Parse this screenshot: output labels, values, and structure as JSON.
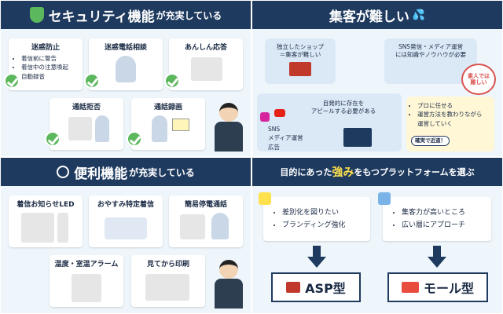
{
  "panel1": {
    "title_main": "セキュリティ機能",
    "title_sub": "が充実している",
    "cards": [
      {
        "title": "迷惑防止",
        "bullets": [
          "着信前に警告",
          "着信中の注意喚起",
          "自動録音"
        ]
      },
      {
        "title": "迷惑電話相談"
      },
      {
        "title": "あんしん応答"
      },
      {
        "title": "通話拒否"
      },
      {
        "title": "通話録画"
      }
    ]
  },
  "panel2": {
    "title": "集客が難しい",
    "bubble_left": [
      "独立したショップ",
      "＝集客が難しい"
    ],
    "bubble_right": [
      "SNS発信・メディア運営",
      "には知識やノウハウが必要"
    ],
    "bubble_center": [
      "自発的に存在を",
      "アピールする必要がある"
    ],
    "sns_list": [
      "SNS",
      "メディア運営",
      "広告"
    ],
    "circle_note": [
      "素人では",
      "難しい"
    ],
    "right_list": [
      "プロに任せる",
      "運営方法を教わりながら",
      "運営していく"
    ],
    "tag": "確実で近道！"
  },
  "panel3": {
    "title_main": "便利機能",
    "title_sub": "が充実している",
    "cards": [
      {
        "title": "着信お知らせLED"
      },
      {
        "title": "おやすみ特定着信"
      },
      {
        "title": "簡易停電通話"
      },
      {
        "title": "温度・室温アラーム"
      },
      {
        "title": "見てから印刷"
      }
    ]
  },
  "panel4": {
    "title_pre": "目的にあった",
    "title_hl": "強み",
    "title_post": "をもつプラットフォームを選ぶ",
    "left_list": [
      "差別化を図りたい",
      "ブランディング強化"
    ],
    "right_list": [
      "集客力が高いところ",
      "広い層にアプローチ"
    ],
    "left_badge": "ASP型",
    "right_badge": "モール型"
  },
  "colors": {
    "navy": "#1f3a5f",
    "accent": "#ffe14d",
    "check": "#5cb85c",
    "bg": "#eef6fb"
  }
}
